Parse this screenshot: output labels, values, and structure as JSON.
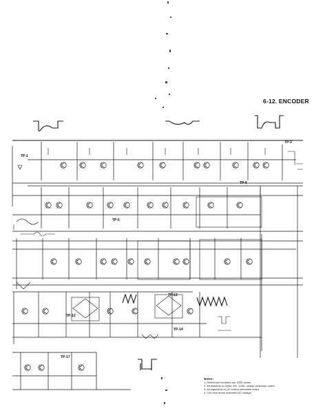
{
  "diagram": {
    "heading": "6-12. ENCODER",
    "test_points": [
      "TP-3",
      "TP-6",
      "TP-5",
      "TP-12",
      "TP-13",
      "TP-14",
      "TP-17",
      "TP-1"
    ],
    "notes": {
      "title": "Notes:",
      "items": [
        "1. Reference numbers are 1000 series.",
        "2. All resistors in ohms, 5%, 1/4W, unless otherwise noted.",
        "3. All capacitors in μF unless otherwise noted.",
        "4. The blue arrow indicates DC voltage."
      ]
    }
  }
}
